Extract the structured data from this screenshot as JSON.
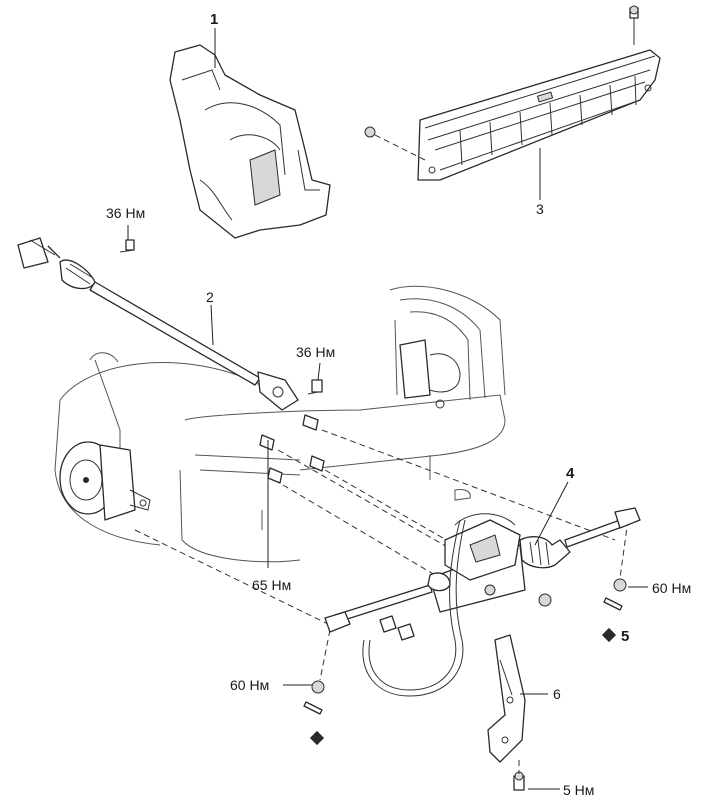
{
  "callouts": {
    "part_1": "1",
    "part_2": "2",
    "part_3": "3",
    "part_4": "4",
    "part_5": "5",
    "part_6": "6"
  },
  "torques": {
    "steering_shaft_bolt_upper": "36 Нм",
    "steering_shaft_bolt_lower": "36 Нм",
    "rack_mount_bolts": "65 Нм",
    "tie_rod_nut_right": "60 Нм",
    "tie_rod_nut_left": "60 Нм",
    "bracket_bolt": "5 Нм"
  },
  "colors": {
    "line": "#2a2a2a",
    "background": "#ffffff"
  }
}
